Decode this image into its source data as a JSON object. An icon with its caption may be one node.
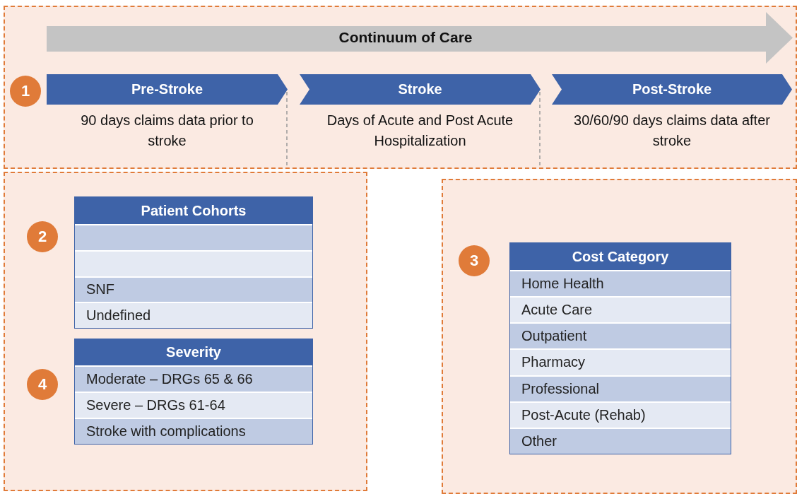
{
  "diagram": {
    "nodes": [
      {
        "text": [
          "Continuum of Care"
        ]
      },
      {
        "text": [
          "1"
        ]
      },
      {
        "text": [
          "Pre-Stroke"
        ],
        "beside": [
          "90 days claims data prior to stroke"
        ]
      },
      {
        "text": [
          "Stroke"
        ],
        "beside": [
          "Days of Acute and Post Acute Hospitalization"
        ]
      },
      {
        "text": [
          "Post-Stroke"
        ],
        "beside": [
          "30/60/90 days claims data after stroke"
        ]
      },
      {
        "text": [
          "2"
        ]
      },
      {
        "text": [
          "Patient Cohorts"
        ]
      },
      {
        "text": [],
        "shape": "box",
        "in": 6
      },
      {
        "text": [],
        "shape": "box",
        "in": 6
      },
      {
        "text": [
          "SNF"
        ],
        "in": 6
      },
      {
        "text": [
          "Undefined"
        ],
        "in": 6
      },
      {
        "text": [
          "4"
        ]
      },
      {
        "text": [
          "Severity"
        ]
      },
      {
        "text": [
          "Moderate – DRGs 65 & 66"
        ],
        "in": 12
      },
      {
        "text": [
          "Severe – DRGs 61-64"
        ],
        "in": 12
      },
      {
        "text": [
          "Stroke with complications"
        ],
        "in": 12
      },
      {
        "text": [
          "3"
        ]
      },
      {
        "text": [
          "Cost Category"
        ]
      },
      {
        "text": [
          "Home Health"
        ],
        "in": 17
      },
      {
        "text": [
          "Acute Care"
        ],
        "in": 17
      },
      {
        "text": [
          "Outpatient"
        ],
        "in": 17
      },
      {
        "text": [
          "Pharmacy"
        ],
        "in": 17
      },
      {
        "text": [
          "Professional"
        ],
        "in": 17
      },
      {
        "text": [
          "Post-Acute (Rehab)"
        ],
        "in": 17
      },
      {
        "text": [
          "Other"
        ],
        "in": 17
      }
    ],
    "edges": []
  }
}
